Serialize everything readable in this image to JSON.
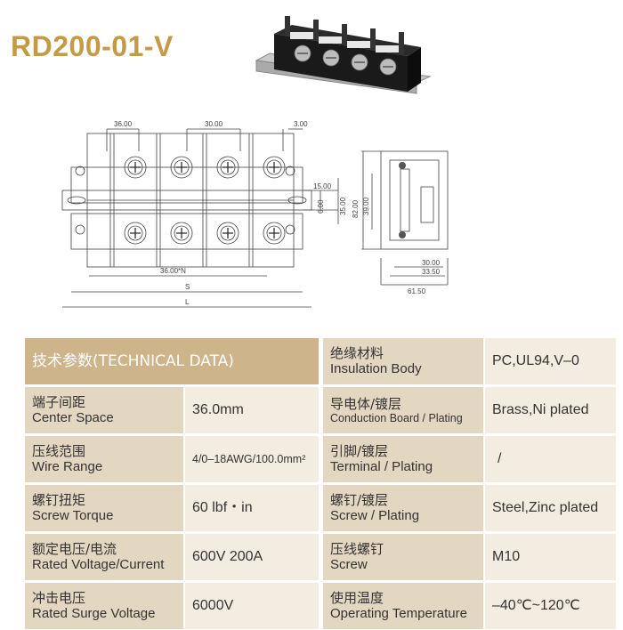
{
  "title": "RD200-01-V",
  "drawing": {
    "dim_top_left": "36.00",
    "dim_top_mid": "30.00",
    "dim_top_right": "3.00",
    "dim_r1": "15.00",
    "dim_r2": "6.00",
    "dim_r3": "35.00",
    "dim_bottom_n": "36.00*N",
    "dim_s": "S",
    "dim_l": "L",
    "side_82": "82.00",
    "side_39": "39.00",
    "side_30": "30.00",
    "side_33": "33.50",
    "side_61": "61.50"
  },
  "table": {
    "header": "技术参数(TECHNICAL DATA)",
    "left_rows": [
      {
        "cn": "端子间距",
        "en": "Center Space",
        "value": "36.0mm"
      },
      {
        "cn": "压线范围",
        "en": "Wire Range",
        "value": "4/0–18AWG/100.0mm²"
      },
      {
        "cn": "螺钉扭矩",
        "en": "Screw Torque",
        "value": "60 lbf・in"
      },
      {
        "cn": "额定电压/电流",
        "en": "Rated Voltage/Current",
        "value": "600V 200A"
      },
      {
        "cn": "冲击电压",
        "en": "Rated Surge Voltage",
        "value": "6000V"
      }
    ],
    "right_rows": [
      {
        "cn": "绝缘材料",
        "en": "Insulation Body",
        "value": "PC,UL94,V–0"
      },
      {
        "cn": "导电体/镀层",
        "en": "Conduction Board / Plating",
        "value": "Brass,Ni plated"
      },
      {
        "cn": "引脚/镀层",
        "en": "Terminal / Plating",
        "value": "/"
      },
      {
        "cn": "螺钉/镀层",
        "en": "Screw / Plating",
        "value": "Steel,Zinc plated"
      },
      {
        "cn": "压线螺钉",
        "en": "Screw",
        "value": "M10"
      },
      {
        "cn": "使用温度",
        "en": "Operating Temperature",
        "value": "–40℃~120℃"
      }
    ]
  }
}
